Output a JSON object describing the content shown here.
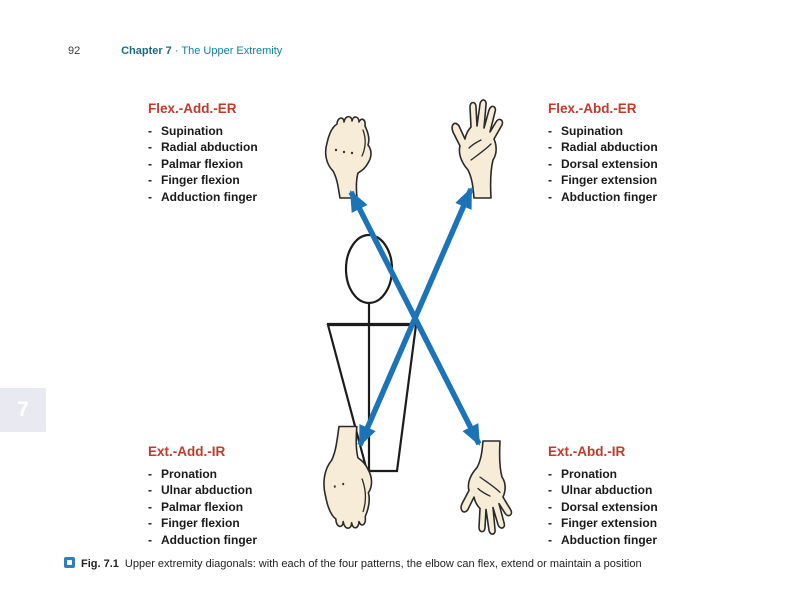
{
  "page": {
    "number": "92",
    "chapter_label": "Chapter 7",
    "chapter_title": "· The Upper Extremity",
    "side_tab": "7"
  },
  "figure": {
    "blocks": {
      "top_left": {
        "heading": "Flex.-Add.-ER",
        "items": [
          "Supination",
          "Radial abduction",
          "Palmar flexion",
          "Finger flexion",
          "Adduction finger"
        ]
      },
      "top_right": {
        "heading": "Flex.-Abd.-ER",
        "items": [
          "Supination",
          "Radial abduction",
          "Dorsal extension",
          "Finger extension",
          "Abduction finger"
        ]
      },
      "bottom_left": {
        "heading": "Ext.-Add.-IR",
        "items": [
          "Pronation",
          "Ulnar abduction",
          "Palmar flexion",
          "Finger flexion",
          "Adduction finger"
        ]
      },
      "bottom_right": {
        "heading": "Ext.-Abd.-IR",
        "items": [
          "Pronation",
          "Ulnar abduction",
          "Dorsal extension",
          "Finger extension",
          "Abduction finger"
        ]
      }
    },
    "caption": {
      "label": "Fig. 7.1",
      "text": "Upper extremity diagonals: with each of the four patterns, the elbow can flex, extend or maintain a position"
    }
  },
  "icons": {
    "figure_marker": "blue-square-bullet",
    "diagonal_arrows": "double-headed-cross-arrows"
  },
  "colors": {
    "heading_red": "#c23a28",
    "arrow_blue": "#1b74b8",
    "header_teal_dark": "#1d6b7e",
    "header_teal": "#12819a",
    "tab_bg": "#e9e9f1",
    "marker_blue": "#2e7fbd",
    "skin": "#f7ecd7"
  }
}
